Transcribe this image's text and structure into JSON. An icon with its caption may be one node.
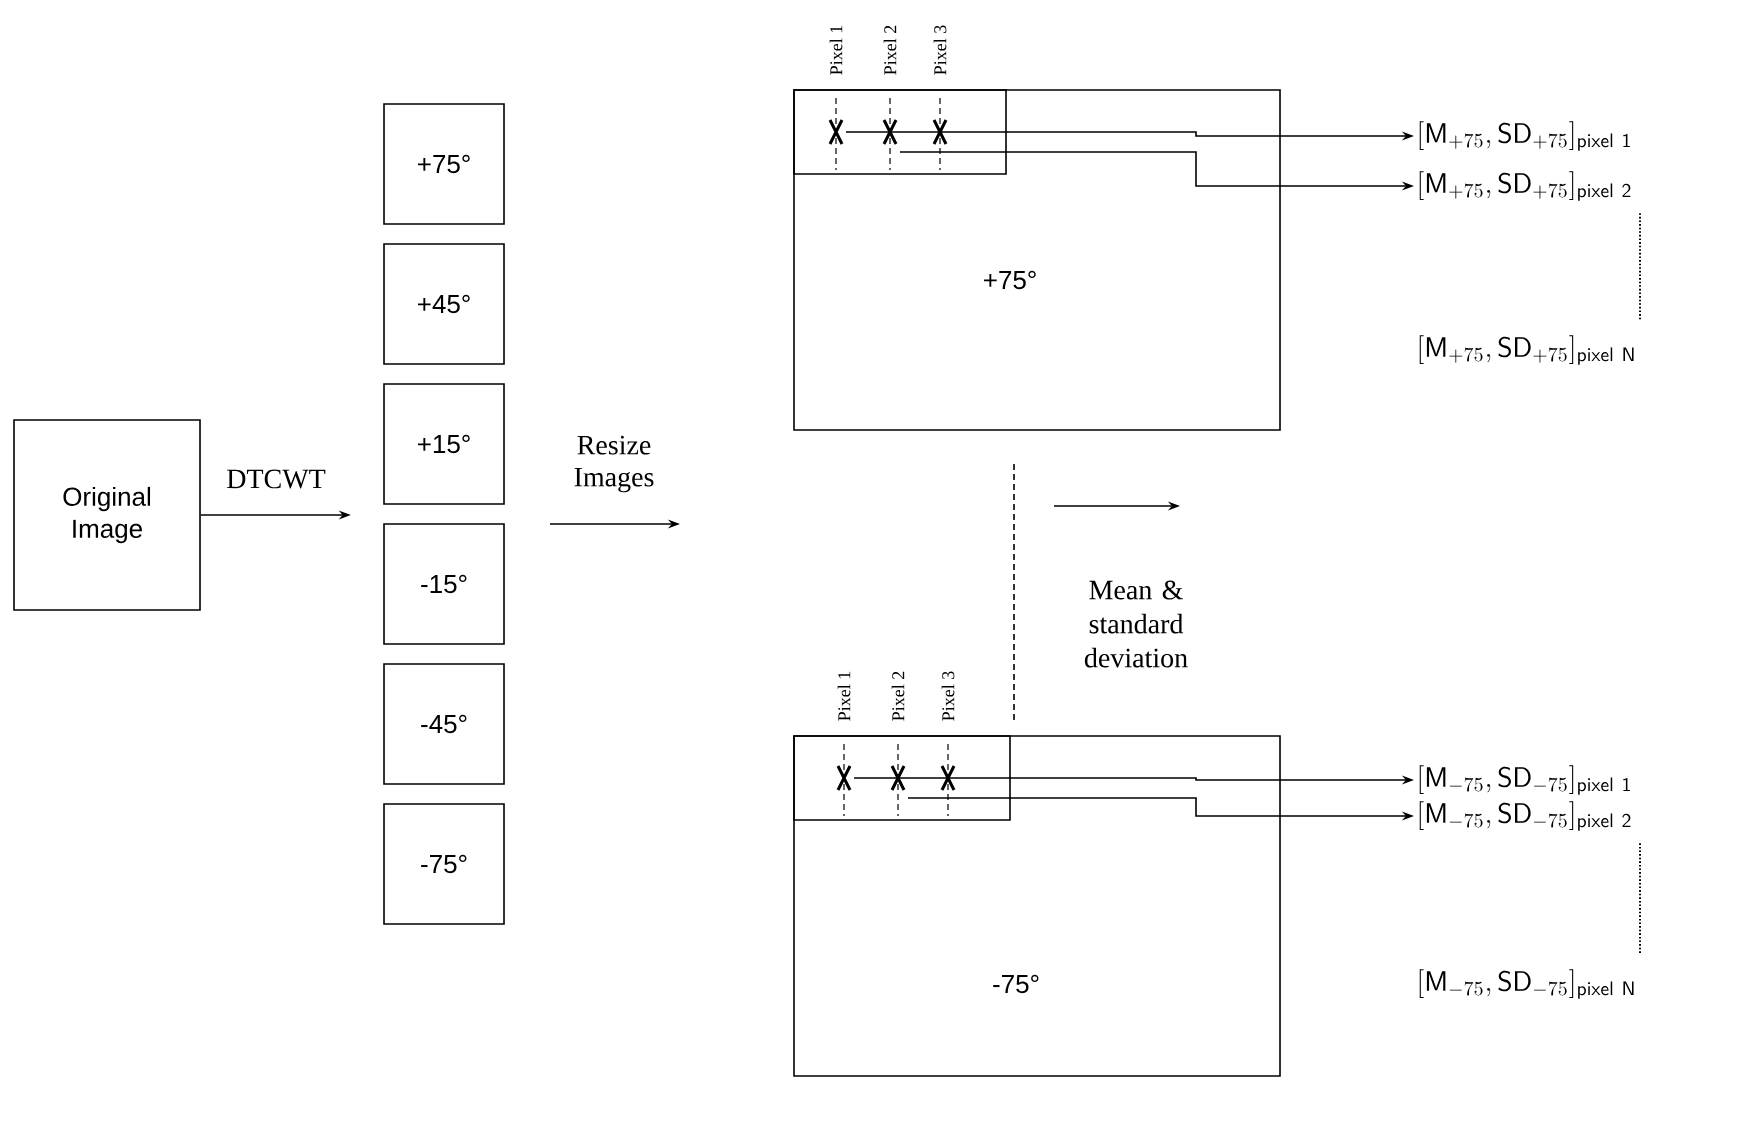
{
  "diagram": {
    "nodes": [
      {
        "text": [
          "Original Image"
        ]
      },
      {
        "text": [
          "+75°"
        ]
      },
      {
        "text": [
          "+45°"
        ]
      },
      {
        "text": [
          "+15°"
        ]
      },
      {
        "text": [
          "-15°"
        ]
      },
      {
        "text": [
          "-45°"
        ]
      },
      {
        "text": [
          "-75°"
        ]
      },
      {
        "text": [
          "+75°"
        ]
      },
      {
        "text": [],
        "shape": "box",
        "in": 7,
        "beside": [
          "Pixel 1",
          "Pixel 2",
          "Pixel 3"
        ]
      },
      {
        "text": [
          "[\\mathsf{M}_{+75},\\mathsf{SD}_{+75}]_{\\mathsf{pixel\\ 1}}"
        ]
      },
      {
        "text": [
          "[\\mathsf{M}_{+75},\\mathsf{SD}_{+75}]_{\\mathsf{pixel\\ 2}}"
        ]
      },
      {
        "text": [
          "[\\mathsf{M}_{+75},\\mathsf{SD}_{+75}]_{\\mathsf{pixel\\ N}}"
        ]
      },
      {
        "text": [
          "-75°"
        ]
      },
      {
        "text": [],
        "shape": "box",
        "in": 12,
        "beside": [
          "Pixel 1",
          "Pixel 2",
          "Pixel 3"
        ]
      },
      {
        "text": [
          "[\\mathsf{M}_{-75},\\mathsf{SD}_{-75}]_{\\mathsf{pixel\\ 1}}"
        ]
      },
      {
        "text": [
          "[\\mathsf{M}_{-75},\\mathsf{SD}_{-75}]_{\\mathsf{pixel\\ 2}}"
        ]
      },
      {
        "text": [
          "[\\mathsf{M}_{-75},\\mathsf{SD}_{-75}]_{\\mathsf{pixel\\ N}}"
        ]
      }
    ],
    "edges": [
      {
        "from": 0,
        "to": null,
        "arrow": "to",
        "label": "DTCWT"
      },
      {
        "from": 8,
        "to": 9,
        "arrow": "to"
      },
      {
        "from": 8,
        "to": 10,
        "arrow": "to"
      },
      {
        "from": 10,
        "to": 11,
        "arrow": "none",
        "style": "dashed"
      },
      {
        "from": 13,
        "to": 14,
        "arrow": "to"
      },
      {
        "from": 13,
        "to": 15,
        "arrow": "to"
      },
      {
        "from": 15,
        "to": 16,
        "arrow": "none",
        "style": "dashed"
      }
    ],
    "labels": [
      "Resize Images",
      "Mean & standard deviation"
    ]
  }
}
